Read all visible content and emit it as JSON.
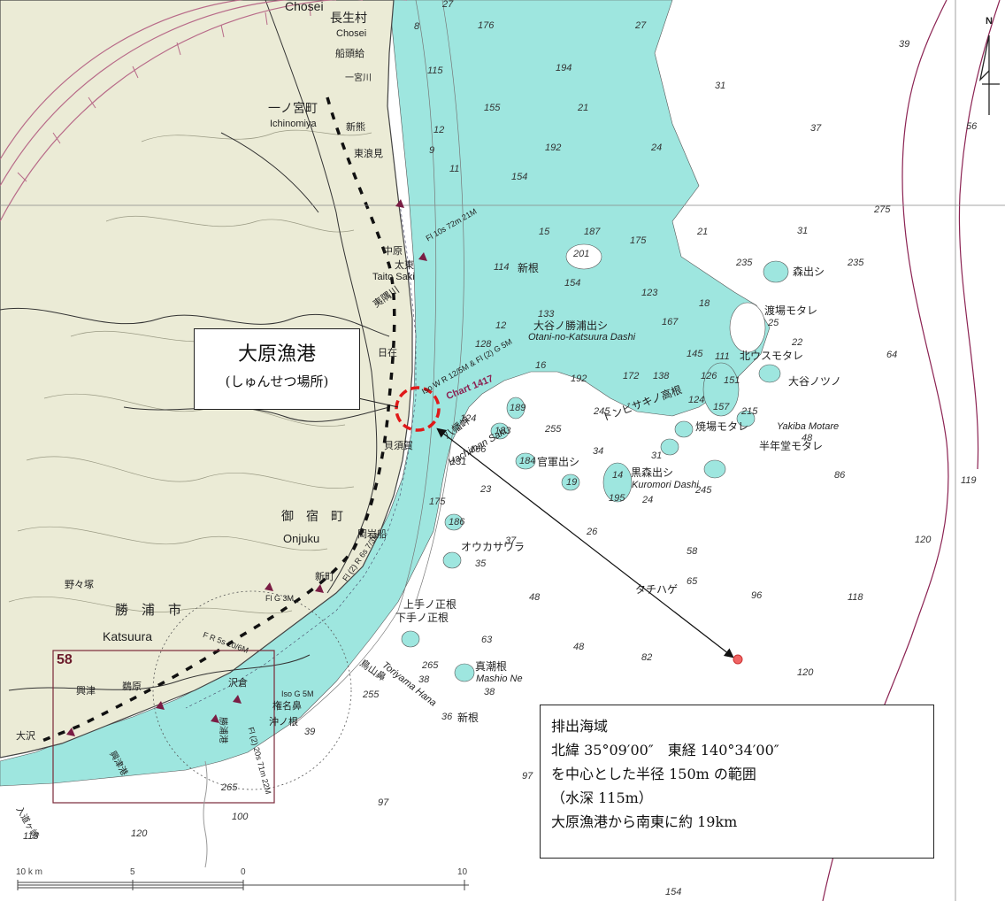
{
  "places": {
    "chosei_kanji": "長生村",
    "chosei_top": "Chosei",
    "chosei_roman": "Chosei",
    "funazuki": "船頭給",
    "ichinomiya_river": "一宮川",
    "ichinomiya_town": "一ノ宮町",
    "ichinomiya_roman": "Ichinomiya",
    "shinkuma": "新熊",
    "higashinamimi": "東浪見",
    "nakahara": "中原",
    "taito_kanji": "太東",
    "taito_saki": "Taito Saki",
    "isumi_river": "夷隅川",
    "hizai": "日在",
    "kaisuka": "貝須賀",
    "hachimanzaki": "八幡岬",
    "hachiman_saki": "Hachiman Saki",
    "iwafune": "岡岩船",
    "onjuku_kanji": "御　宿　町",
    "onjuku_roman": "Onjuku",
    "shinmachi": "新町",
    "nonozuka": "野々塚",
    "katsuura_kanji": "勝　浦　市",
    "katsuura_roman": "Katsuura",
    "okitsu": "興津",
    "unabara": "鵜原",
    "osawa": "大沢",
    "okitsu_port": "興津港",
    "sawakura": "沢倉",
    "gonmizaki": "権名鼻",
    "okinone": "沖ノ根",
    "toriyama_hana": "鳥山鼻",
    "toriyama_roman": "Toriyama Hana",
    "kawazu": "入道ヶ崎",
    "katsuura_port": "勝浦港"
  },
  "sea_labels": {
    "shinne1": "新根",
    "morideshi": "森出シ",
    "watariba": "渡場モタレ",
    "kitausu": "北ウスモタレ",
    "otaninotsuno": "大谷ノツノ",
    "otani_katsuura": "大谷ノ勝浦出シ",
    "otani_roman": "Otani-no-Katsuura Dashi",
    "tonbisaki": "トンビサキノ高根",
    "yakiba": "焼場モタレ",
    "yakiba_roman": "Yakiba Motare",
    "hannendo": "半年堂モタレ",
    "kangun": "官軍出シ",
    "kuromori": "黒森出シ",
    "kuromori_roman": "Kuromori Dashi",
    "okasawara": "オウカサワラ",
    "tachihage": "タチハゲ",
    "kamite": "上手ノ正根",
    "shimote": "下手ノ正根",
    "mashio": "真潮根",
    "mashio_roman": "Mashio Ne",
    "shinne2": "新根"
  },
  "light_labels": {
    "taito_light": "Fl 10s 72m 21M",
    "hachiman_light": "Iso W R 12/5M & Fl (2) G 5M",
    "onjuku_light": "Fl (2) R 6s 7/3M",
    "fl_g_3m": "Fl G 3M",
    "fl_r_5s": "F R 5s 10/6M",
    "iso_g_5m": "Iso G 5M",
    "katsuura_light": "Fl (2) 20s 71m 22M"
  },
  "chart_ref": "Chart 1417",
  "inset_number": "58",
  "north_label": "N",
  "harbor_callout": {
    "name": "大原漁港",
    "note": "(しゅんせつ場所)"
  },
  "disposal_callout": {
    "title": "排出海域",
    "coords": "北緯 35°09′00″　東経 140°34′00″",
    "radius": "を中心とした半径 150m の範囲",
    "depth": "（水深 115m）",
    "distance": "大原漁港から南東に約 19km"
  },
  "scale_bar": {
    "unit": "10 k m",
    "mark5": "5",
    "mark0": "0",
    "mark10": "10"
  },
  "colors": {
    "land": "#ebebd6",
    "shallow_water": "#9ee6df",
    "deep_water": "#ffffff",
    "harbor_circle": "#e01919",
    "disposal_point": "#f06464"
  },
  "depths": [
    {
      "v": "27"
    },
    {
      "v": "176"
    },
    {
      "v": "27"
    },
    {
      "v": "39"
    },
    {
      "v": "8"
    },
    {
      "v": "115"
    },
    {
      "v": "194"
    },
    {
      "v": "31"
    },
    {
      "v": "155"
    },
    {
      "v": "21"
    },
    {
      "v": "37"
    },
    {
      "v": "56"
    },
    {
      "v": "12"
    },
    {
      "v": "192"
    },
    {
      "v": "24"
    },
    {
      "v": "9"
    },
    {
      "v": "11"
    },
    {
      "v": "154"
    },
    {
      "v": "275"
    },
    {
      "v": "15"
    },
    {
      "v": "187"
    },
    {
      "v": "175"
    },
    {
      "v": "21"
    },
    {
      "v": "31"
    },
    {
      "v": "201"
    },
    {
      "v": "235"
    },
    {
      "v": "235"
    },
    {
      "v": "114"
    },
    {
      "v": "154"
    },
    {
      "v": "123"
    },
    {
      "v": "167"
    },
    {
      "v": "18"
    },
    {
      "v": "133"
    },
    {
      "v": "25"
    },
    {
      "v": "22"
    },
    {
      "v": "12"
    },
    {
      "v": "128"
    },
    {
      "v": "16"
    },
    {
      "v": "172"
    },
    {
      "v": "138"
    },
    {
      "v": "145"
    },
    {
      "v": "111"
    },
    {
      "v": "126"
    },
    {
      "v": "151"
    },
    {
      "v": "64"
    },
    {
      "v": "192"
    },
    {
      "v": "245"
    },
    {
      "v": "124"
    },
    {
      "v": "157"
    },
    {
      "v": "215"
    },
    {
      "v": "48"
    },
    {
      "v": "189"
    },
    {
      "v": "255"
    },
    {
      "v": "183"
    },
    {
      "v": "34"
    },
    {
      "v": "31"
    },
    {
      "v": "124"
    },
    {
      "v": "86"
    },
    {
      "v": "131"
    },
    {
      "v": "166"
    },
    {
      "v": "184"
    },
    {
      "v": "19"
    },
    {
      "v": "14"
    },
    {
      "v": "245"
    },
    {
      "v": "195"
    },
    {
      "v": "24"
    },
    {
      "v": "119"
    },
    {
      "v": "23"
    },
    {
      "v": "175"
    },
    {
      "v": "186"
    },
    {
      "v": "26"
    },
    {
      "v": "58"
    },
    {
      "v": "37"
    },
    {
      "v": "35"
    },
    {
      "v": "120"
    },
    {
      "v": "48"
    },
    {
      "v": "65"
    },
    {
      "v": "96"
    },
    {
      "v": "118"
    },
    {
      "v": "63"
    },
    {
      "v": "265"
    },
    {
      "v": "82"
    },
    {
      "v": "48"
    },
    {
      "v": "38"
    },
    {
      "v": "38"
    },
    {
      "v": "120"
    },
    {
      "v": "255"
    },
    {
      "v": "39"
    },
    {
      "v": "97"
    },
    {
      "v": "36"
    },
    {
      "v": "97"
    },
    {
      "v": "120"
    },
    {
      "v": "115"
    },
    {
      "v": "100"
    },
    {
      "v": "154"
    },
    {
      "v": "265"
    }
  ]
}
